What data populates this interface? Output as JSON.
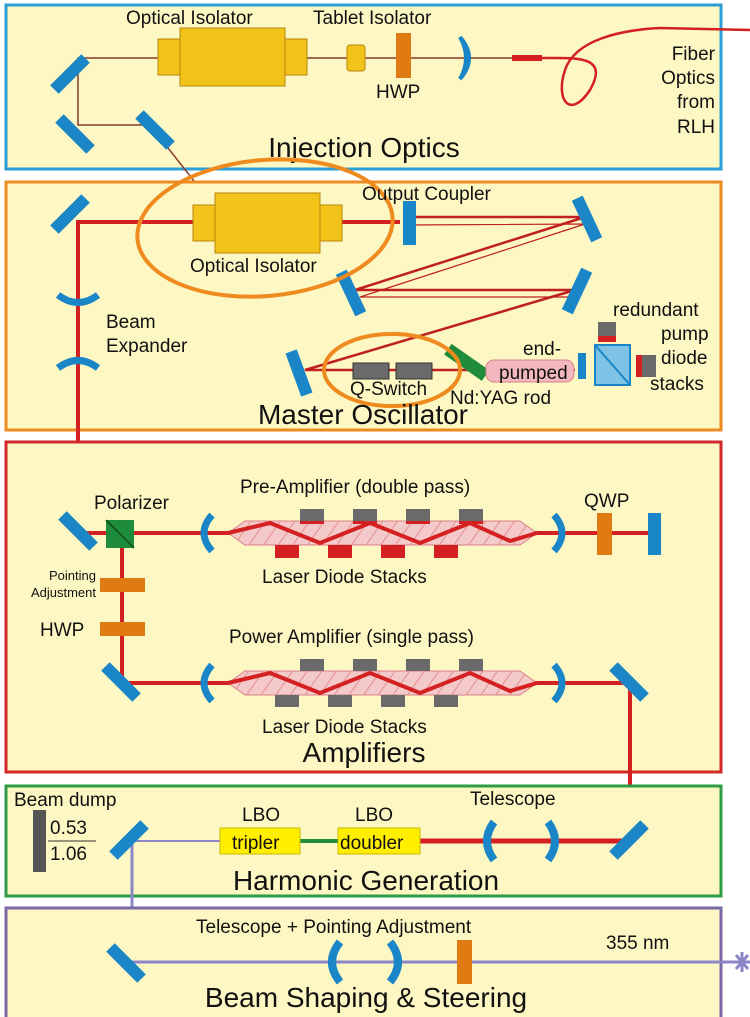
{
  "colors": {
    "panel_fill": "#fdf7c3",
    "injection_border": "#2a9fd6",
    "oscillator_border": "#ee8a1e",
    "amplifier_border": "#d22a2a",
    "harmonic_border": "#2e9b45",
    "beam_shaping_border": "#7b68a6",
    "beam_red": "#d42020",
    "beam_uv": "#8c86c8",
    "mirror_blue": "#1a86c8",
    "isolator_yellow": "#f2c318",
    "waveplate_orange": "#e07a12",
    "crystal_yellow": "#ffee00",
    "diode_gray": "#6a6a6a",
    "polarizer_green": "#1e8c3a"
  },
  "injection": {
    "title": "Injection Optics",
    "optical_isolator": "Optical Isolator",
    "tablet_isolator": "Tablet Isolator",
    "hwp": "HWP",
    "fiber": [
      "Fiber",
      "Optics",
      "from",
      "RLH"
    ]
  },
  "oscillator": {
    "title": "Master Oscillator",
    "output_coupler": "Output Coupler",
    "optical_isolator": "Optical Isolator",
    "beam_expander": [
      "Beam",
      "Expander"
    ],
    "q_switch": "Q-Switch",
    "end_pumped": [
      "end-",
      "pumped"
    ],
    "rod": "Nd:YAG rod",
    "redundant": [
      "redundant",
      "pump",
      "diode",
      "stacks"
    ]
  },
  "amplifiers": {
    "title": "Amplifiers",
    "polarizer": "Polarizer",
    "pre_amp": "Pre-Amplifier (double pass)",
    "qwp": "QWP",
    "pointing": [
      "Pointing",
      "Adjustment"
    ],
    "hwp": "HWP",
    "diodes_1": "Laser Diode Stacks",
    "power_amp": "Power Amplifier (single pass)",
    "diodes_2": "Laser Diode Stacks"
  },
  "harmonic": {
    "title": "Harmonic Generation",
    "beam_dump": "Beam dump",
    "wl_green": "0.53",
    "wl_ir": "1.06",
    "lbo1": "LBO",
    "tripler": "tripler",
    "lbo2": "LBO",
    "doubler": "doubler",
    "telescope": "Telescope"
  },
  "beam_shaping": {
    "title": "Beam Shaping & Steering",
    "telescope_pointing": "Telescope + Pointing Adjustment",
    "output_wl": "355 nm"
  }
}
